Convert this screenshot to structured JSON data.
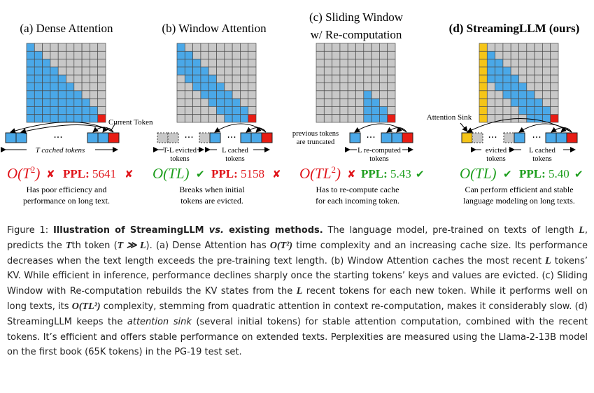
{
  "panels": [
    {
      "id": "a",
      "title": "(a) Dense Attention",
      "title2": "",
      "token_label": "T cached tokens",
      "complexity_prefix": "O(T",
      "complexity_sup": "2",
      "complexity_suffix": ")",
      "complexity_mark": "✘",
      "ppl_label": "PPL:",
      "ppl_value": "5641",
      "ppl_mark": "✘",
      "desc1": "Has poor efficiency and",
      "desc2": "performance on long text."
    },
    {
      "id": "b",
      "title": "(b) Window Attention",
      "title2": "",
      "evicted_label1": "T-L evicted",
      "evicted_label2": "tokens",
      "cached_label1": "L cached",
      "cached_label2": "tokens",
      "complexity": "O(TL)",
      "complexity_mark": "✔",
      "ppl_label": "PPL:",
      "ppl_value": "5158",
      "ppl_mark": "✘",
      "desc1": "Breaks when initial",
      "desc2": "tokens are evicted."
    },
    {
      "id": "c",
      "title": "(c) Sliding Window",
      "title2": "w/ Re-computation",
      "truncated_label1": "previous tokens",
      "truncated_label2": "are truncated",
      "recomputed_label1": "L re-computed",
      "recomputed_label2": "tokens",
      "complexity_prefix": "O(TL",
      "complexity_sup": "2",
      "complexity_suffix": ")",
      "complexity_mark": "✘",
      "ppl_label": "PPL:",
      "ppl_value": "5.43",
      "ppl_mark": "✔",
      "desc1": "Has to re-compute cache",
      "desc2": "for each incoming token."
    },
    {
      "id": "d",
      "title": "(d) StreamingLLM (ours)",
      "title2": "",
      "sink_label": "Attention Sink",
      "evicted_label1": "evicted",
      "evicted_label2": "tokens",
      "cached_label1": "L cached",
      "cached_label2": "tokens",
      "complexity": "O(TL)",
      "complexity_mark": "✔",
      "ppl_label": "PPL:",
      "ppl_value": "5.40",
      "ppl_mark": "✔",
      "desc1": "Can perform efficient and stable",
      "desc2": "language modeling on long texts."
    }
  ],
  "current_token_label": "Current Token",
  "ellipsis": "···",
  "caption": {
    "lead": "Figure 1: ",
    "bold": "Illustration of StreamingLLM ",
    "bold_italic": "vs.",
    "bold_end": " existing methods.",
    "s1": " The language model, pre-trained on texts of length ",
    "L": "L",
    "s2": ", predicts the ",
    "T": "T",
    "s3": "th token (",
    "TggL": "T ≫ L",
    "s4": "). (a) Dense Attention has ",
    "OT2": "O(T²)",
    "s5": " time complexity and an increasing cache size. Its performance decreases when the text length exceeds the pre-training text length. (b) Window Attention caches the most recent ",
    "L2": "L",
    "s6": " tokens’ KV. While efficient in inference, performance declines sharply once the starting tokens’ keys and values are evicted. (c) Sliding Window with Re-computation rebuilds the KV states from the ",
    "L3": "L",
    "s7": " recent tokens for each new token. While it performs well on long texts, its ",
    "OTL2": "O(TL²)",
    "s8": " complexity, stemming from quadratic attention in context re-computation, makes it considerably slow. (d) StreamingLLM keeps the ",
    "sink_it": "attention sink",
    "s9": " (several initial tokens) for stable attention computation, combined with the recent tokens. It’s efficient and offers stable performance on extended texts. Perplexities are measured using the Llama-2-13B model on the first book (65K tokens) in the PG-19 test set."
  },
  "colors": {
    "blue": "#4aa8e8",
    "gray": "#c8c8c8",
    "red": "#e81c14",
    "yellow": "#f5c518",
    "green": "#1e9e1e",
    "dark_red": "#e0141a",
    "stroke": "#4a4a4a"
  }
}
